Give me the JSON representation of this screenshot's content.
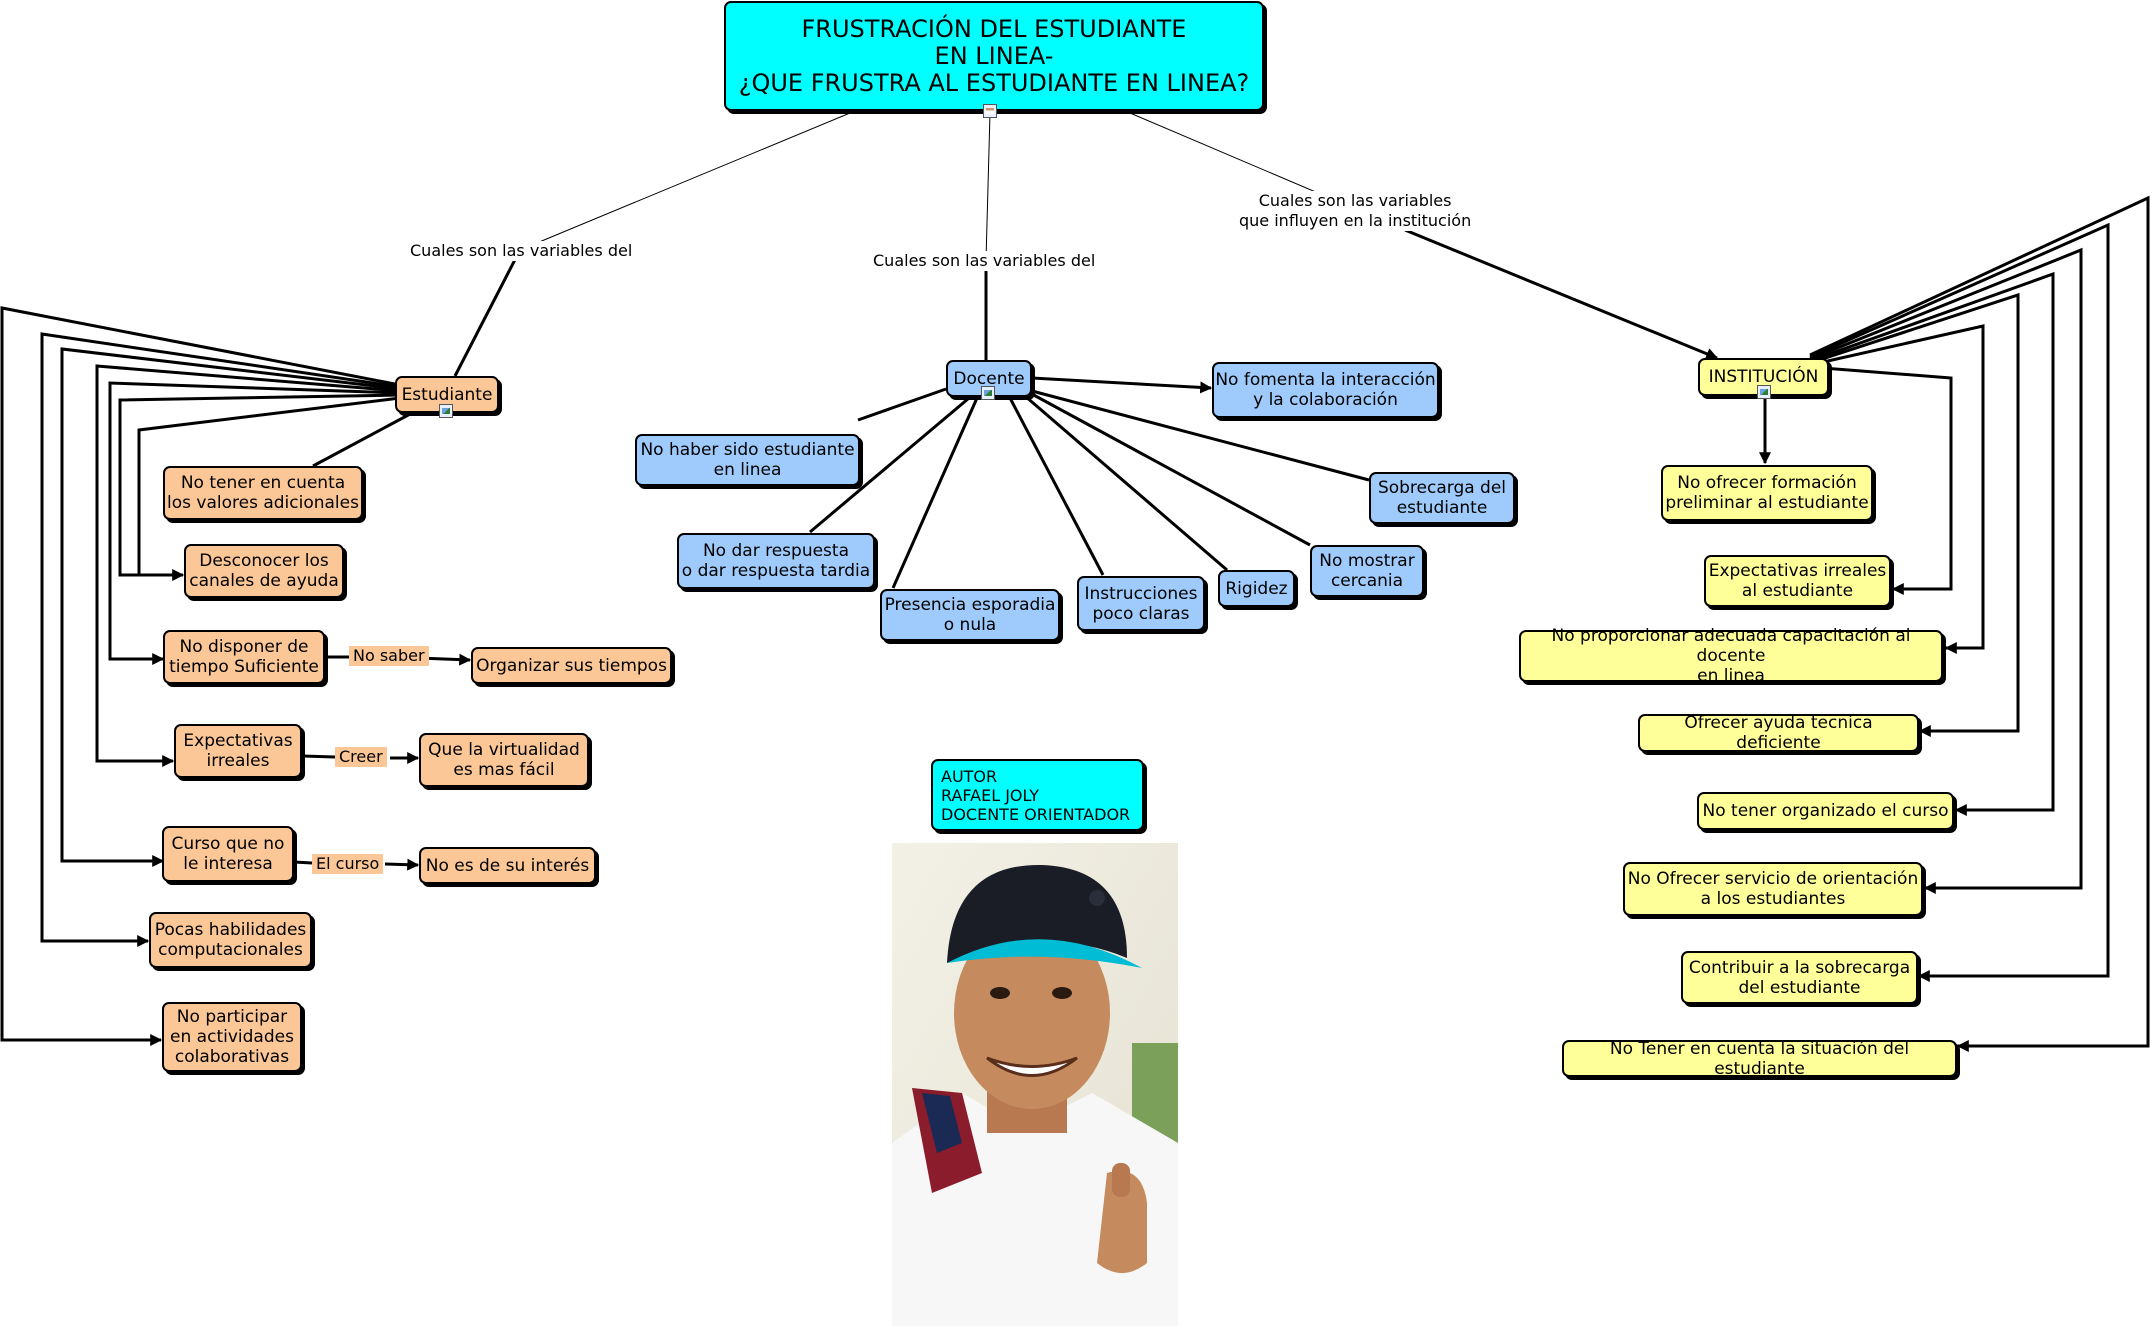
{
  "title": "FRUSTRACIÓN DEL ESTUDIANTE\nEN LINEA-\n¿QUE FRUSTRA AL ESTUDIANTE EN LINEA?",
  "links": {
    "estudiante": "Cuales son las variables del",
    "docente": "Cuales son las variables del",
    "institucion": "Cuales son las variables\nque influyen en la institución"
  },
  "estudiante": {
    "label": "Estudiante",
    "items": [
      "No tener en cuenta\nlos valores adicionales",
      "Desconocer los\ncanales de ayuda",
      "No disponer de\ntiempo Suficiente",
      "Expectativas\nirreales",
      "Curso que no\nle interesa",
      "Pocas habilidades\ncomputacionales",
      "No participar\nen actividades\ncolaborativas"
    ],
    "sub": [
      {
        "link": "No saber",
        "target": "Organizar sus tiempos"
      },
      {
        "link": "Creer ",
        "target": "Que la virtualidad\nes mas fácil"
      },
      {
        "link": "El curso",
        "target": "No es de su interés"
      }
    ]
  },
  "docente": {
    "label": "Docente",
    "items": [
      "No fomenta la interacción\ny la colaboración",
      "No haber sido estudiante\nen linea",
      "Sobrecarga del\nestudiante",
      "No dar respuesta\no dar respuesta tardia",
      "No mostrar\ncercania",
      "Rigidez",
      "Instrucciones\npoco claras",
      "Presencia esporadia\no nula"
    ]
  },
  "institucion": {
    "label": "INSTITUCIÓN",
    "items": [
      "No ofrecer formación\npreliminar al estudiante",
      "Expectativas irreales\nal estudiante",
      "No proporcionar adecuada capacitación al docente\nen linea",
      "Ofrecer ayuda tecnica deficiente",
      "No tener organizado el curso",
      "No Ofrecer servicio de orientación\na los estudiantes",
      "Contribuir a la sobrecarga\ndel estudiante",
      "No Tener en cuenta la situación del estudiante"
    ]
  },
  "author": "AUTOR\nRAFAEL JOLY\nDOCENTE ORIENTADOR",
  "colors": {
    "title": "#00ffff",
    "estudiante": "#fbc796",
    "docente": "#9ecbfb",
    "institucion": "#ffff99"
  },
  "icons": [
    "document-icon",
    "image-icon"
  ]
}
